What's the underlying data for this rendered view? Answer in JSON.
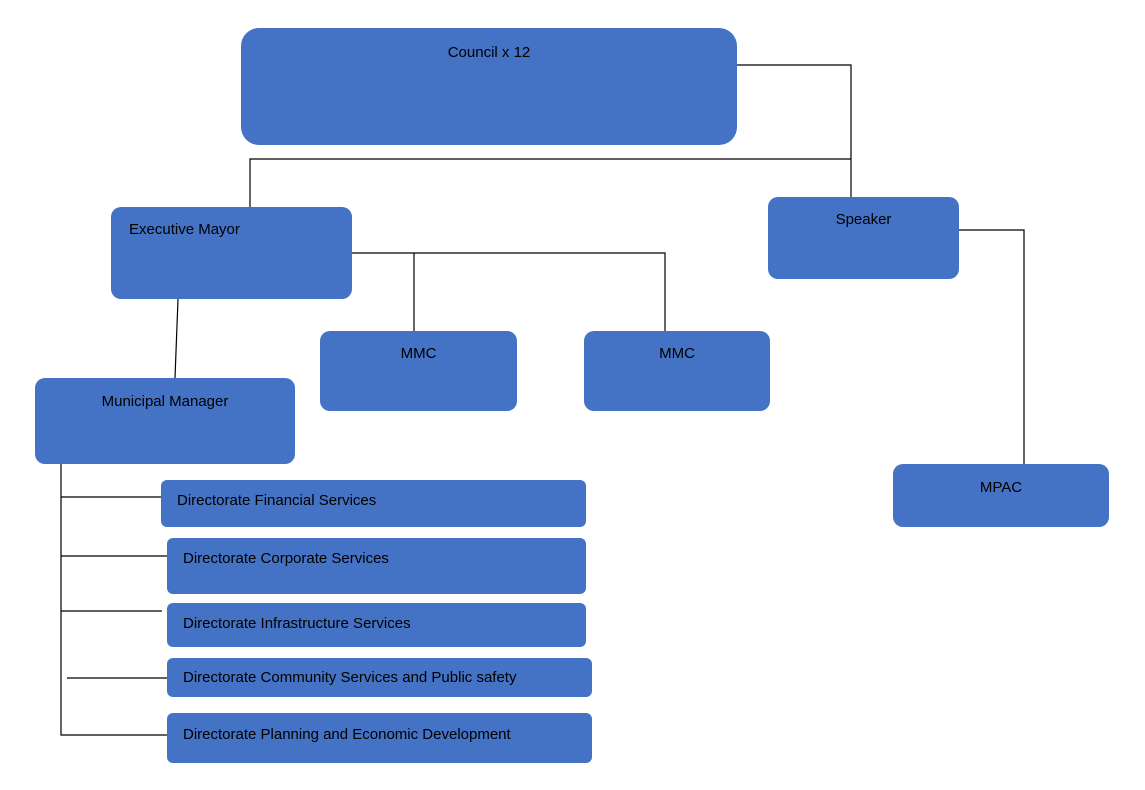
{
  "colors": {
    "box_fill": "#4472c4",
    "connector": "#000000",
    "text": "#000000",
    "background": "#ffffff"
  },
  "nodes": {
    "council": "Council x 12",
    "executive_mayor": "Executive Mayor",
    "speaker": "Speaker",
    "mmc_1": "MMC",
    "mmc_2": "MMC",
    "municipal_manager": "Municipal Manager",
    "mpac": "MPAC",
    "directorates": [
      "Directorate Financial Services",
      "Directorate Corporate Services",
      "Directorate Infrastructure Services",
      "Directorate Community Services and Public safety",
      "Directorate Planning and Economic Development"
    ]
  }
}
